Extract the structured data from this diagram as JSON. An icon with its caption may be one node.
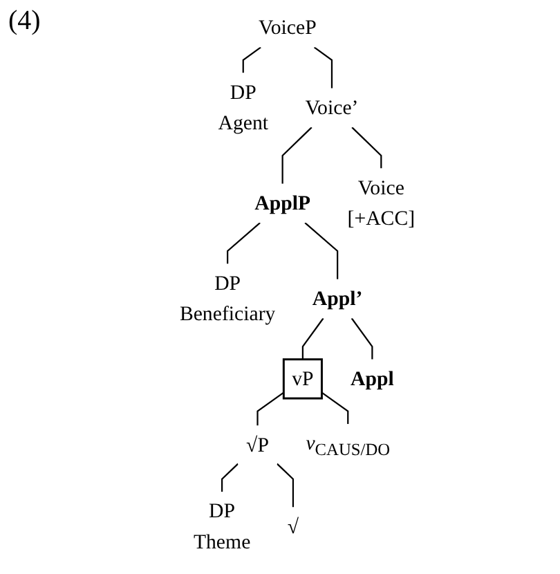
{
  "diagram": {
    "nodes": [
      {
        "text": [
          "VoiceP"
        ]
      },
      {
        "text": [
          "DP",
          "Agent"
        ]
      },
      {
        "text": [
          "Voice’"
        ]
      },
      {
        "text": [
          "ApplP"
        ]
      },
      {
        "text": [
          "Voice",
          "[+ACC]"
        ]
      },
      {
        "text": [
          "DP",
          "Beneficiary"
        ]
      },
      {
        "text": [
          "Appl’"
        ]
      },
      {
        "text": [
          "vP"
        ]
      },
      {
        "text": [
          "Appl"
        ]
      },
      {
        "text": [
          "√P"
        ]
      },
      {
        "text": [
          "*v*$_{CAUS/DO}$"
        ]
      },
      {
        "text": [
          "DP",
          "Theme"
        ]
      },
      {
        "text": [
          "√"
        ]
      }
    ],
    "edges": [
      {
        "from": 0,
        "to": 1,
        "arrow": "none"
      },
      {
        "from": 0,
        "to": 2,
        "arrow": "none"
      },
      {
        "from": 2,
        "to": 3,
        "arrow": "none"
      },
      {
        "from": 2,
        "to": 4,
        "arrow": "none"
      },
      {
        "from": 3,
        "to": 5,
        "arrow": "none"
      },
      {
        "from": 3,
        "to": 6,
        "arrow": "none"
      },
      {
        "from": 6,
        "to": 7,
        "arrow": "none"
      },
      {
        "from": 6,
        "to": 8,
        "arrow": "none"
      },
      {
        "from": 7,
        "to": 9,
        "arrow": "none"
      },
      {
        "from": 7,
        "to": 10,
        "arrow": "none"
      },
      {
        "from": 9,
        "to": 11,
        "arrow": "none"
      },
      {
        "from": 9,
        "to": 12,
        "arrow": "none"
      }
    ],
    "labels": [
      "(4)"
    ]
  }
}
